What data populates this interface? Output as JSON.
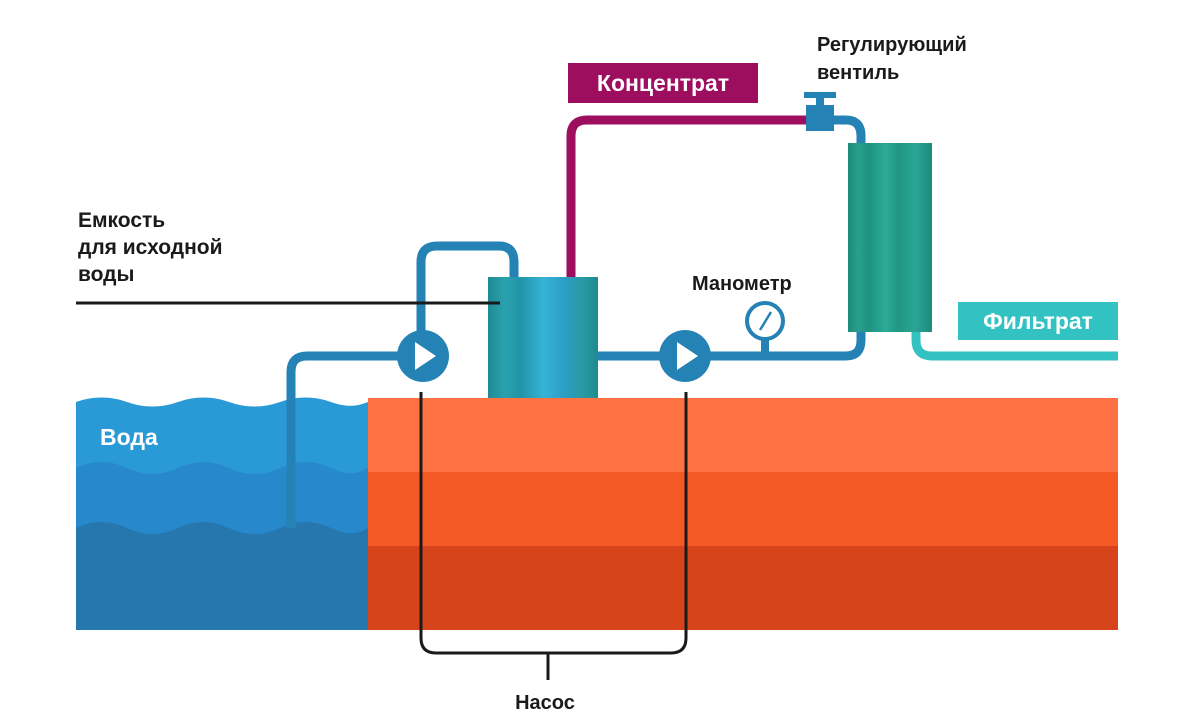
{
  "labels": {
    "tank": [
      "Емкость",
      "для исходной",
      "воды"
    ],
    "water": "Вода",
    "concentrate": "Концентрат",
    "valve": [
      "Регулирующий",
      "вентиль"
    ],
    "manometer": "Манометр",
    "filtrate": "Фильтрат",
    "pump": "Насос"
  },
  "colors": {
    "pipe_blue": "#2482b4",
    "pipe_concentrate": "#9e0e5f",
    "pipe_filtrate": "#33c2c2",
    "concentrate_badge": "#9e0e5f",
    "filtrate_badge": "#33c2c2",
    "water_light": "#2a9ad6",
    "water_mid": "#2789cb",
    "water_dark": "#2677ad",
    "ground_top": "#fd7143",
    "ground_mid": "#f45a26",
    "ground_bottom": "#d5441a",
    "vessel_teal": "#2aa3a7",
    "membrane_teal": "#249a8e"
  },
  "icons": [
    "pump-icon",
    "pump-icon",
    "manometer-icon",
    "valve-icon"
  ]
}
